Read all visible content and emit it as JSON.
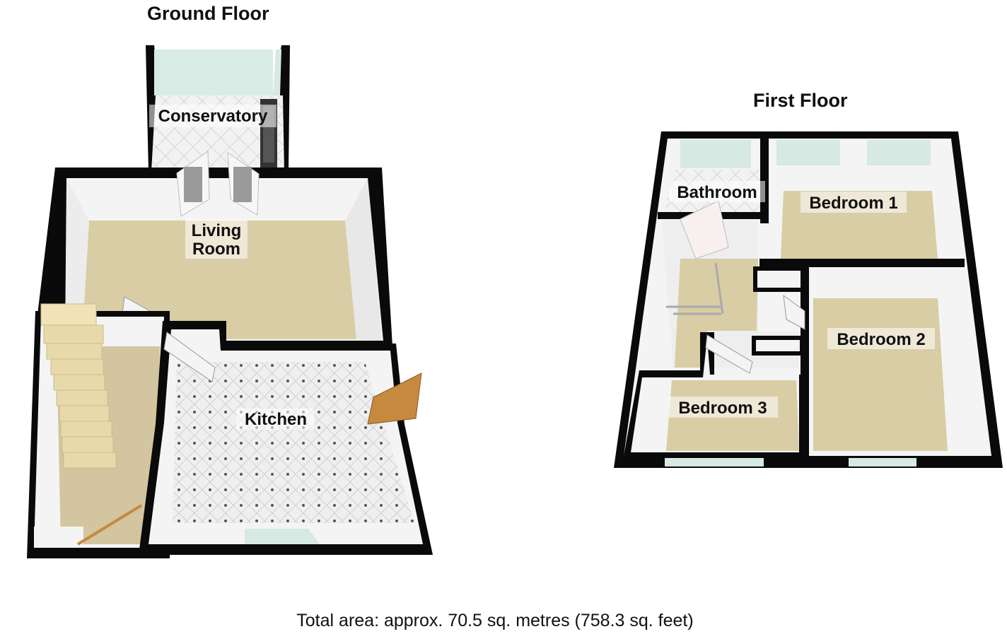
{
  "floors": {
    "ground": {
      "title": "Ground Floor",
      "rooms": {
        "conservatory": "Conservatory",
        "living_room_line1": "Living",
        "living_room_line2": "Room",
        "kitchen": "Kitchen"
      }
    },
    "first": {
      "title": "First Floor",
      "rooms": {
        "bathroom": "Bathroom",
        "bedroom1": "Bedroom 1",
        "bedroom2": "Bedroom 2",
        "bedroom3": "Bedroom 3"
      }
    }
  },
  "footer": {
    "total_area": "Total area: approx. 70.5 sq. metres (758.3 sq. feet)"
  },
  "colors": {
    "wall": "#0a0a0a",
    "wall_face": "#f4f4f4",
    "carpet": "#d9cda6",
    "kitchen_tile": "#eeeeee",
    "window_glass": "#d6e9e3",
    "stair": "#e7d9a9",
    "front_door": "#c58a3e"
  }
}
